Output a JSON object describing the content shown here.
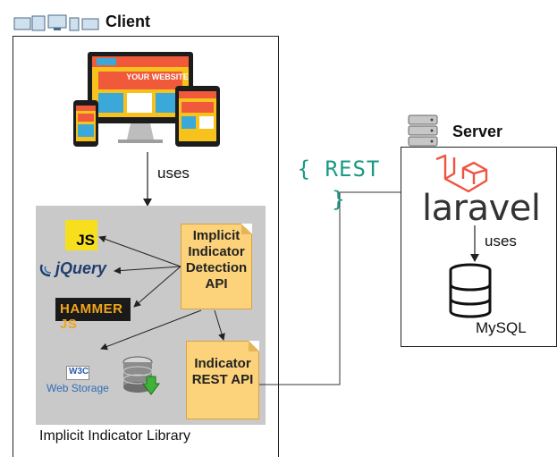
{
  "client": {
    "title": "Client"
  },
  "server": {
    "title": "Server"
  },
  "website_mockup": {
    "label": "YOUR WEBSITE"
  },
  "arrows": {
    "client_uses": "uses",
    "server_uses": "uses"
  },
  "library": {
    "label": "Implicit Indicator Library",
    "logos": {
      "js": "JS",
      "jquery": "jQuery",
      "hammer": "HAMMER JS",
      "w3c": "W3C",
      "web_storage": "Web Storage"
    }
  },
  "apis": {
    "detection": "Implicit Indicator Detection API",
    "rest": "Indicator REST API"
  },
  "rest_badge": "{ REST }",
  "laravel": "laravel",
  "mysql": "MySQL"
}
